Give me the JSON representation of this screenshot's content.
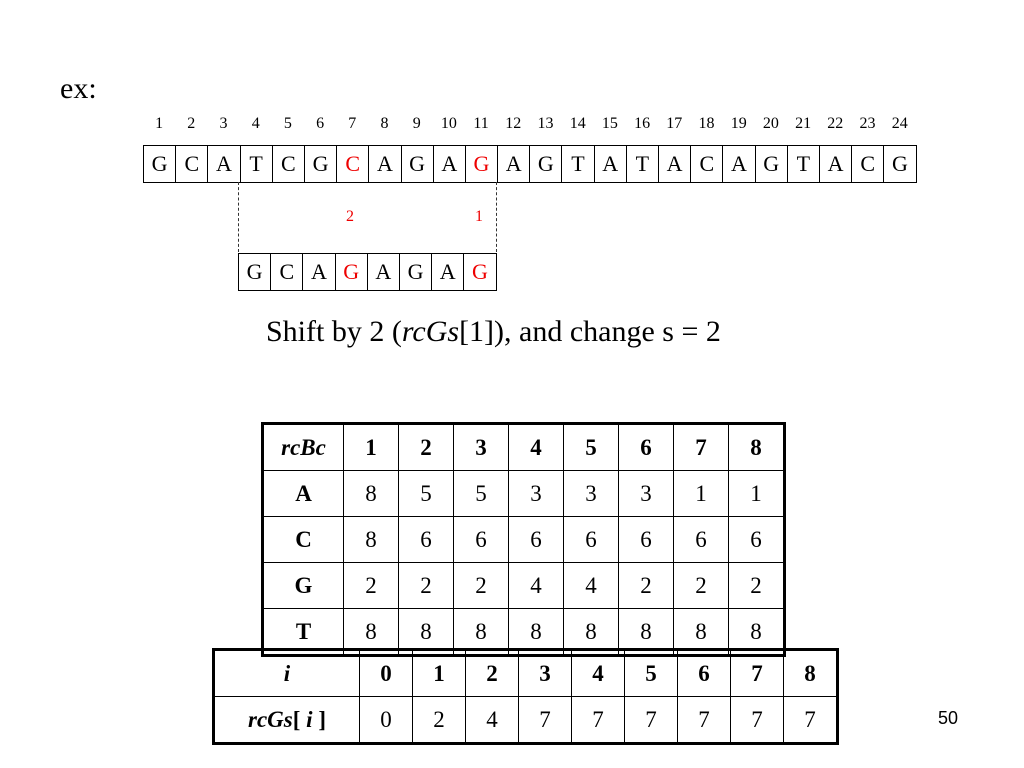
{
  "ex_label": "ex:",
  "positions": [
    "1",
    "2",
    "3",
    "4",
    "5",
    "6",
    "7",
    "8",
    "9",
    "10",
    "11",
    "12",
    "13",
    "14",
    "15",
    "16",
    "17",
    "18",
    "19",
    "20",
    "21",
    "22",
    "23",
    "24"
  ],
  "text_sequence": [
    {
      "ch": "G",
      "red": false
    },
    {
      "ch": "C",
      "red": false
    },
    {
      "ch": "A",
      "red": false
    },
    {
      "ch": "T",
      "red": false
    },
    {
      "ch": "C",
      "red": false
    },
    {
      "ch": "G",
      "red": false
    },
    {
      "ch": "C",
      "red": true
    },
    {
      "ch": "A",
      "red": false
    },
    {
      "ch": "G",
      "red": false
    },
    {
      "ch": "A",
      "red": false
    },
    {
      "ch": "G",
      "red": true
    },
    {
      "ch": "A",
      "red": false
    },
    {
      "ch": "G",
      "red": false
    },
    {
      "ch": "T",
      "red": false
    },
    {
      "ch": "A",
      "red": false
    },
    {
      "ch": "T",
      "red": false
    },
    {
      "ch": "A",
      "red": false
    },
    {
      "ch": "C",
      "red": false
    },
    {
      "ch": "A",
      "red": false
    },
    {
      "ch": "G",
      "red": false
    },
    {
      "ch": "T",
      "red": false
    },
    {
      "ch": "A",
      "red": false
    },
    {
      "ch": "C",
      "red": false
    },
    {
      "ch": "G",
      "red": false
    }
  ],
  "pattern_sequence": [
    {
      "ch": "G",
      "red": false
    },
    {
      "ch": "C",
      "red": false
    },
    {
      "ch": "A",
      "red": false
    },
    {
      "ch": "G",
      "red": true
    },
    {
      "ch": "A",
      "red": false
    },
    {
      "ch": "G",
      "red": false
    },
    {
      "ch": "A",
      "red": false
    },
    {
      "ch": "G",
      "red": true
    }
  ],
  "shift_labels": {
    "two": "2",
    "one": "1"
  },
  "caption": {
    "before": "Shift by 2 (",
    "italic": "rcGs",
    "after": "[1]), and change s = 2"
  },
  "rcbc_table": {
    "header_label": "rcBc",
    "columns": [
      "1",
      "2",
      "3",
      "4",
      "5",
      "6",
      "7",
      "8"
    ],
    "rows": [
      {
        "label": "A",
        "values": [
          "8",
          "5",
          "5",
          "3",
          "3",
          "3",
          "1",
          "1"
        ]
      },
      {
        "label": "C",
        "values": [
          "8",
          "6",
          "6",
          "6",
          "6",
          "6",
          "6",
          "6"
        ]
      },
      {
        "label": "G",
        "values": [
          "2",
          "2",
          "2",
          "4",
          "4",
          "2",
          "2",
          "2"
        ]
      },
      {
        "label": "T",
        "values": [
          "8",
          "8",
          "8",
          "8",
          "8",
          "8",
          "8",
          "8"
        ]
      }
    ]
  },
  "rcgs_table": {
    "header_label": "i",
    "row_label_italic": "rcGs",
    "row_label_rest_open": "[ ",
    "row_label_i": "i",
    "row_label_rest_close": " ]",
    "columns": [
      "0",
      "1",
      "2",
      "3",
      "4",
      "5",
      "6",
      "7",
      "8"
    ],
    "values": [
      "0",
      "2",
      "4",
      "7",
      "7",
      "7",
      "7",
      "7",
      "7"
    ]
  },
  "page_number": "50",
  "colors": {
    "highlight": "#e00000",
    "text": "#000000"
  }
}
